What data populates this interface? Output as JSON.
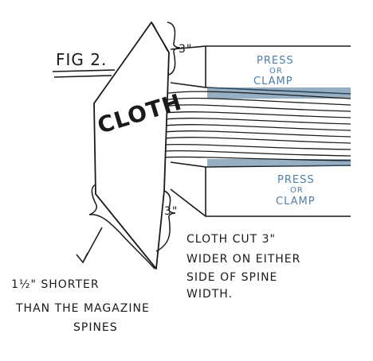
{
  "figure": {
    "label": "FIG 2.",
    "cloth_label": "CLOTH",
    "top_margin": "3\"",
    "bottom_margin": "3\""
  },
  "press_top": {
    "line1": "PRESS",
    "line2": "OR",
    "line3": "CLAMP"
  },
  "press_bottom": {
    "line1": "PRESS",
    "line2": "OR",
    "line3": "CLAMP"
  },
  "note_right": {
    "line1": "CLOTH CUT 3\"",
    "line2": "WIDER ON EITHER",
    "line3": "SIDE OF SPINE",
    "line4": "WIDTH."
  },
  "note_left": {
    "line1": "1½\" SHORTER",
    "line2": "THAN THE MAGAZINE",
    "line3": "SPINES"
  },
  "colors": {
    "ink": "#1a1a1a",
    "press_text": "#4f7fa8",
    "shade": "#3f6d92"
  }
}
